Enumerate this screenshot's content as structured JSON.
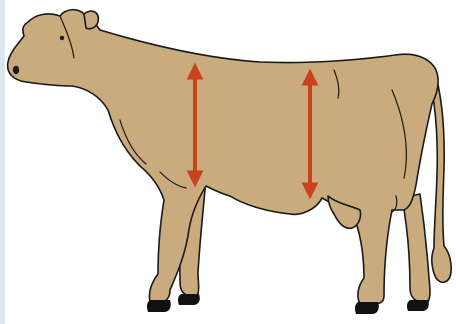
{
  "subject": "cow",
  "palette": {
    "body_fill": "#C9AB7E",
    "outline": "#1A1A1A",
    "hoof": "#111111",
    "arrow": "#C8421E",
    "edge_strip": "#DCE6F1",
    "background": "#FFFFFF"
  },
  "arrows": [
    {
      "name": "front-depth-arrow",
      "direction": "vertical",
      "heads": "both"
    },
    {
      "name": "rear-depth-arrow",
      "direction": "vertical",
      "heads": "both"
    }
  ]
}
